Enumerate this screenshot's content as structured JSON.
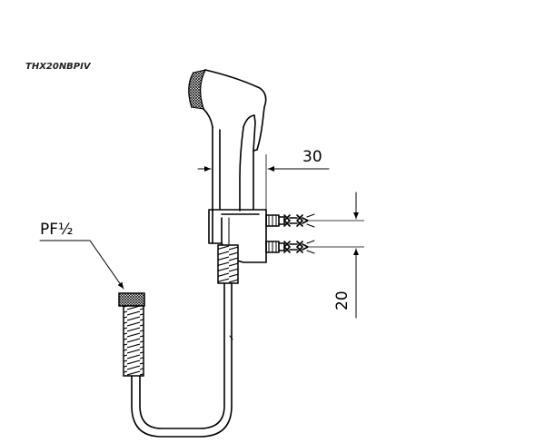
{
  "drawing": {
    "model_code": "THX20NBPIV",
    "thread_label": "PF½",
    "dimensions": {
      "width_label": "30",
      "spacing_label": "20"
    }
  }
}
